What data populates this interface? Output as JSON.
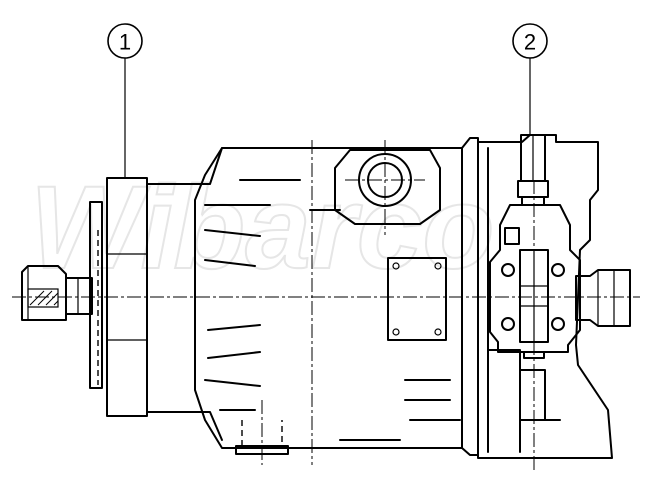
{
  "diagram": {
    "watermark": "Wibarco",
    "callouts": [
      {
        "label": "1"
      },
      {
        "label": "2"
      }
    ]
  }
}
